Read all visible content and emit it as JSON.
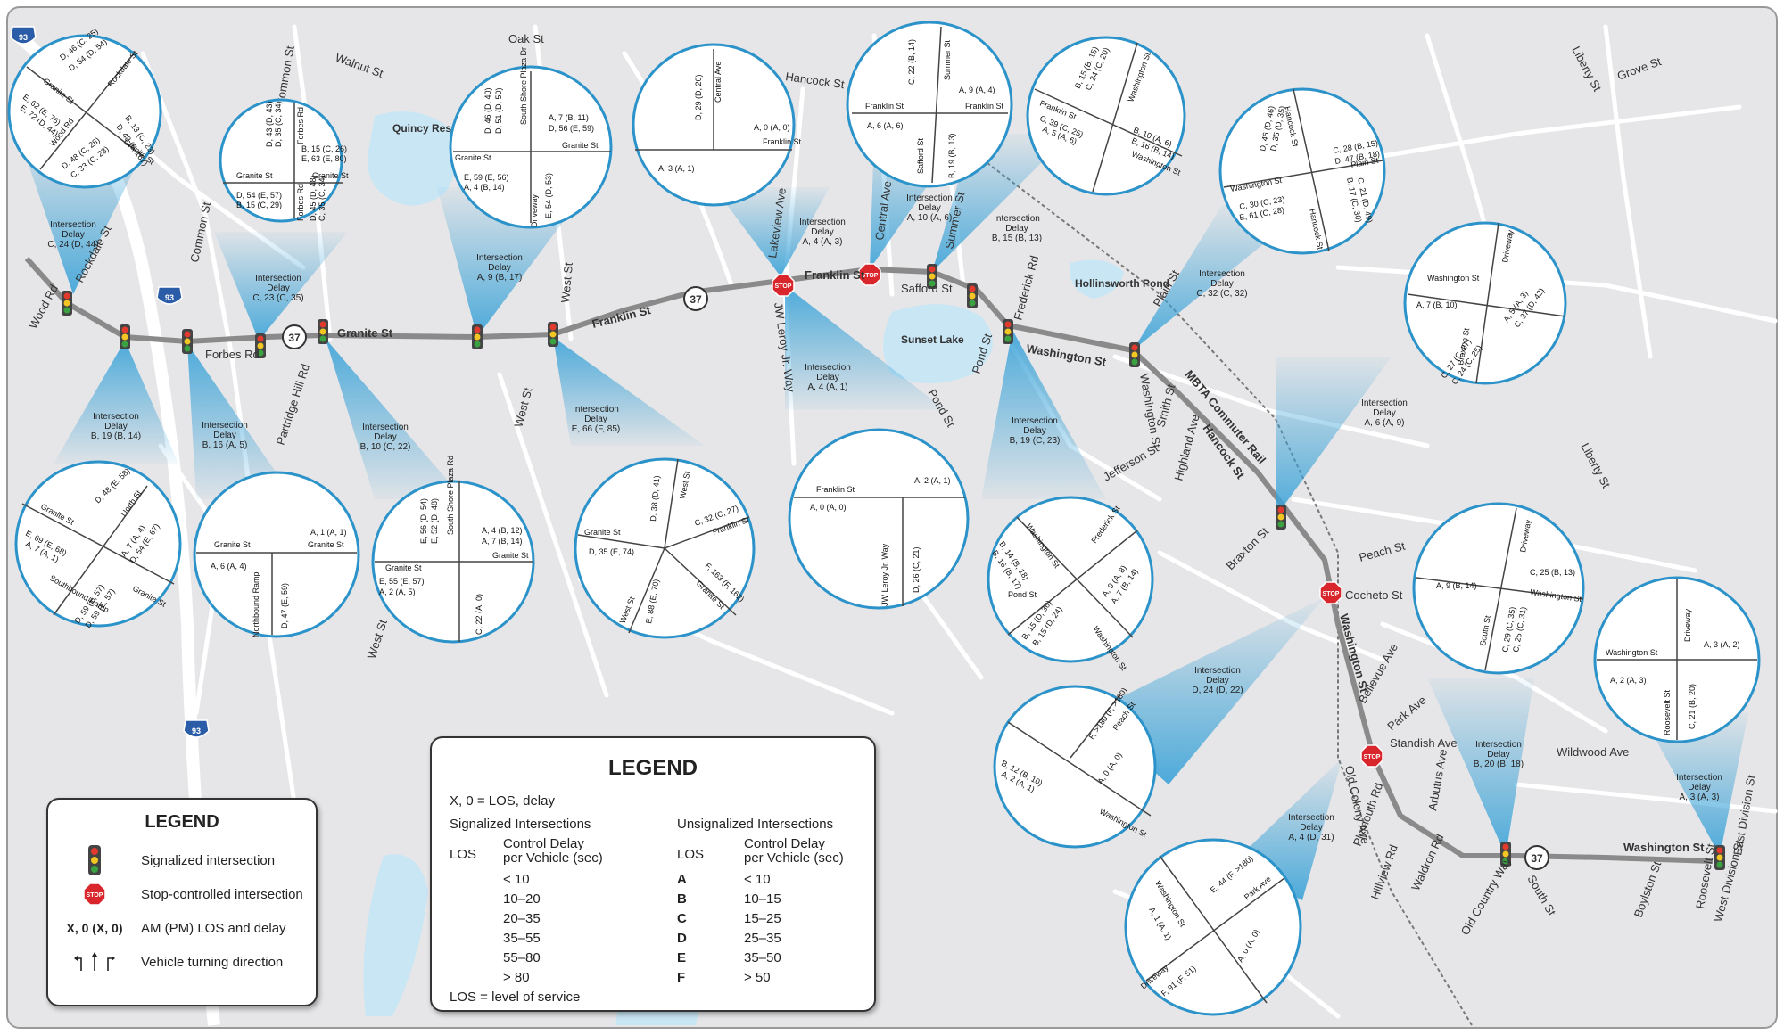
{
  "routes": {
    "r37_a": "37",
    "r37_b": "37",
    "r37_c": "37",
    "i93_a": "93",
    "i93_b": "93",
    "i93_c": "93"
  },
  "streets": [
    {
      "id": "wood-rd",
      "text": "Wood Rd"
    },
    {
      "id": "rockdale-st",
      "text": "Rockdale St"
    },
    {
      "id": "common-st-1",
      "text": "Common St"
    },
    {
      "id": "common-st-2",
      "text": "Common St"
    },
    {
      "id": "walnut-st",
      "text": "Walnut St"
    },
    {
      "id": "oak-st",
      "text": "Oak St"
    },
    {
      "id": "hancock-st-1",
      "text": "Hancock St"
    },
    {
      "id": "quincy-reservoir",
      "text": "Quincy Reservoir"
    },
    {
      "id": "forbes-rd",
      "text": "Forbes Rd"
    },
    {
      "id": "granite-st",
      "text": "Granite St"
    },
    {
      "id": "partridge-hill-rd",
      "text": "Partridge Hill Rd"
    },
    {
      "id": "west-st-1",
      "text": "West St"
    },
    {
      "id": "west-st-2",
      "text": "West St"
    },
    {
      "id": "west-st-3",
      "text": "West St"
    },
    {
      "id": "franklin-st-1",
      "text": "Franklin St"
    },
    {
      "id": "franklin-st-2",
      "text": "Franklin St"
    },
    {
      "id": "lakeview-ave",
      "text": "Lakeview Ave"
    },
    {
      "id": "jw-leroy",
      "text": "JW Leroy Jr. Way"
    },
    {
      "id": "central-ave",
      "text": "Central Ave"
    },
    {
      "id": "safford-st",
      "text": "Safford St"
    },
    {
      "id": "summer-st",
      "text": "Summer St"
    },
    {
      "id": "frederick-rd",
      "text": "Frederick Rd"
    },
    {
      "id": "sunset-lake",
      "text": "Sunset Lake"
    },
    {
      "id": "hollinsworth-pond",
      "text": "Hollinsworth Pond"
    },
    {
      "id": "pond-st-1",
      "text": "Pond St"
    },
    {
      "id": "pond-st-2",
      "text": "Pond St"
    },
    {
      "id": "washington-st-1",
      "text": "Washington St"
    },
    {
      "id": "washington-st-2",
      "text": "Washington St"
    },
    {
      "id": "washington-st-3",
      "text": "Washington St"
    },
    {
      "id": "washington-st-4",
      "text": "Washington St"
    },
    {
      "id": "plain-st",
      "text": "Plain St"
    },
    {
      "id": "mbta-rail",
      "text": "MBTA Commuter Rail"
    },
    {
      "id": "hancock-st-2",
      "text": "Hancock St"
    },
    {
      "id": "smith-st",
      "text": "Smith St"
    },
    {
      "id": "highland-ave",
      "text": "Highland Ave"
    },
    {
      "id": "jefferson-st",
      "text": "Jefferson St"
    },
    {
      "id": "braxton-st",
      "text": "Braxton St"
    },
    {
      "id": "peach-st",
      "text": "Peach St"
    },
    {
      "id": "cocheto-st",
      "text": "Cocheto St"
    },
    {
      "id": "bellevue-ave",
      "text": "Bellevue Ave"
    },
    {
      "id": "park-ave",
      "text": "Park Ave"
    },
    {
      "id": "standish-ave",
      "text": "Standish Ave"
    },
    {
      "id": "old-colony-ave",
      "text": "Old Colony Ave"
    },
    {
      "id": "plymouth-rd",
      "text": "Plymouth Rd"
    },
    {
      "id": "hillview-rd",
      "text": "Hillview Rd"
    },
    {
      "id": "waldron-rd",
      "text": "Waldron Rd"
    },
    {
      "id": "arbutus-ave",
      "text": "Arbutus Ave"
    },
    {
      "id": "wildwood-ave",
      "text": "Wildwood Ave"
    },
    {
      "id": "old-country-way",
      "text": "Old Country Way"
    },
    {
      "id": "south-st",
      "text": "South St"
    },
    {
      "id": "boylston-st",
      "text": "Boylston St"
    },
    {
      "id": "roosevelt-st",
      "text": "Roosevelt St"
    },
    {
      "id": "west-division-st",
      "text": "West Division St"
    },
    {
      "id": "east-division-st",
      "text": "East Division St"
    },
    {
      "id": "liberty-st-1",
      "text": "Liberty St"
    },
    {
      "id": "liberty-st-2",
      "text": "Liberty St"
    },
    {
      "id": "grove-st",
      "text": "Grove St"
    }
  ],
  "callouts": [
    {
      "id": "rockdale",
      "lines": [
        "Intersection",
        "Delay",
        "C, 24 (D, 44)"
      ]
    },
    {
      "id": "common-granite",
      "lines": [
        "Intersection",
        "Delay",
        "B, 19 (B, 14)"
      ]
    },
    {
      "id": "forbes",
      "lines": [
        "Intersection",
        "Delay",
        "C, 23 (C, 35)"
      ]
    },
    {
      "id": "partridge",
      "lines": [
        "Intersection",
        "Delay",
        "B, 16 (A, 5)"
      ]
    },
    {
      "id": "south-shore",
      "lines": [
        "Intersection",
        "Delay",
        "B, 10 (C, 22)"
      ]
    },
    {
      "id": "driveway-granite",
      "lines": [
        "Intersection",
        "Delay",
        "A, 9 (B, 17)"
      ]
    },
    {
      "id": "west-franklin",
      "lines": [
        "Intersection",
        "Delay",
        "E, 66 (F, 85)"
      ]
    },
    {
      "id": "central",
      "lines": [
        "Intersection",
        "Delay",
        "A, 4 (A, 3)"
      ]
    },
    {
      "id": "jwleroy",
      "lines": [
        "Intersection",
        "Delay",
        "A, 4 (A, 1)"
      ]
    },
    {
      "id": "summer",
      "lines": [
        "Intersection",
        "Delay",
        "A, 10 (A, 6)"
      ]
    },
    {
      "id": "franklin-wash",
      "lines": [
        "Intersection",
        "Delay",
        "B, 15 (B, 13)"
      ]
    },
    {
      "id": "frederick",
      "lines": [
        "Intersection",
        "Delay",
        "B, 19 (C, 23)"
      ]
    },
    {
      "id": "plain",
      "lines": [
        "Intersection",
        "Delay",
        "C, 32 (C, 32)"
      ]
    },
    {
      "id": "braxton",
      "lines": [
        "Intersection",
        "Delay",
        "A, 6 (A, 9)"
      ]
    },
    {
      "id": "peach",
      "lines": [
        "Intersection",
        "Delay",
        "D, 24 (D, 22)"
      ]
    },
    {
      "id": "park",
      "lines": [
        "Intersection",
        "Delay",
        "A, 4 (D, 31)"
      ]
    },
    {
      "id": "south",
      "lines": [
        "Intersection",
        "Delay",
        "B, 20 (B, 18)"
      ]
    },
    {
      "id": "roosevelt",
      "lines": [
        "Intersection",
        "Delay",
        "A, 3 (A, 3)"
      ]
    }
  ],
  "circles": {
    "c1": [
      "D, 46 (C, 25)",
      "D, 54 (D, 54)",
      "Rockdale St",
      "Granite St",
      "E, 62 (E, 76)",
      "E, 72 (D, 44)",
      "B, 13 (C, 23)",
      "D, 48 (F, 167)",
      "Wood Rd",
      "Granite St",
      "D, 48 (C, 28)",
      "C, 33 (C, 23)"
    ],
    "c2": [
      "D, 43 (D, 43)",
      "D, 35 (C, 34)",
      "B, 15 (C, 26)",
      "E, 63 (E, 80)",
      "Forbes Rd",
      "Granite St",
      "Granite St",
      "D, 54 (E, 57)",
      "B, 15 (C, 29)",
      "D, 45 (D, 48)",
      "C, 35 (C, 34)",
      "Forbes Rd"
    ],
    "c3": [
      "D, 46 (D, 40)",
      "D, 51 (D, 50)",
      "South Shore Plaza Dr",
      "A, 7 (B, 11)",
      "D, 56 (E, 59)",
      "Granite St",
      "Granite St",
      "E, 59 (E, 56)",
      "A, 4 (B, 14)",
      "Driveway",
      "E, 54 (D, 53)"
    ],
    "c4": [
      "D, 29 (D, 26)",
      "Central Ave",
      "A, 0 (A, 0)",
      "Franklin St",
      "A, 3 (A, 1)"
    ],
    "c5": [
      "C, 22 (B, 14)",
      "Summer St",
      "A, 9 (A, 4)",
      "Franklin St",
      "Franklin St",
      "A, 6 (A, 6)",
      "Safford St",
      "B, 19 (B, 13)"
    ],
    "c6": [
      "B, 15 (B, 15)",
      "C, 24 (C, 20)",
      "Washington St",
      "Franklin St",
      "C, 39 (C, 25)",
      "A, 5 (A, 6)",
      "B, 10 (A, 6)",
      "B, 16 (B, 14)",
      "Washington St"
    ],
    "c7": [
      "D, 46 (D, 46)",
      "D, 35 (D, 35)",
      "Hancock St",
      "C, 28 (B, 15)",
      "D, 47 (B, 18)",
      "Plain St",
      "Washington St",
      "C, 30 (C, 23)",
      "E, 61 (C, 28)",
      "Hancock St",
      "B, 17 (C, 30)",
      "C, 21 (D, 49)"
    ],
    "c8": [
      "Washington St",
      "Driveway",
      "A, 7 (B, 10)",
      "A, 5 (A, 3)",
      "C, 37 (D, 42)",
      "Braxton St",
      "C, 27 (C, 27)",
      "C, 24 (C, 25)"
    ],
    "c9": [
      "Granite St",
      "D, 48 (E, 58)",
      "North St",
      "E, 69 (E, 68)",
      "A, 7 (A, 1)",
      "A, 7 (A, 4)",
      "D, 54 (E, 67)",
      "Granite St",
      "Southbound Ramp",
      "D, 59 (E, 57)",
      "D, 59 (E, 57)"
    ],
    "c10": [
      "A, 1 (A, 1)",
      "Granite St",
      "Granite St",
      "A, 6 (A, 4)",
      "Northbound Ramp",
      "D, 47 (E, 59)"
    ],
    "c11": [
      "E, 56 (D, 54)",
      "E, 52 (D, 48)",
      "South Shore Plaza Rd",
      "A, 4 (B, 12)",
      "A, 7 (B, 14)",
      "Granite St",
      "Granite St",
      "E, 55 (E, 57)",
      "A, 2 (A, 5)",
      "C, 22 (A, 0)"
    ],
    "c12": [
      "D, 38 (D, 41)",
      "West St",
      "C, 32 (C, 27)",
      "Franklin St",
      "Granite St",
      "D, 35 (E, 74)",
      "F, 163 (F, 162)",
      "Granite St",
      "West St",
      "E, 88 (E, 70)"
    ],
    "c13": [
      "A, 2 (A, 1)",
      "Franklin St",
      "A, 0 (A, 0)",
      "JW Leroy Jr. Way",
      "D, 26 (C, 21)"
    ],
    "c14": [
      "Washington St",
      "Frederick St",
      "B, 14 (B, 18)",
      "B, 16 (B, 17)",
      "A, 9 (A, 8)",
      "A, 7 (B, 14)",
      "Pond St",
      "Washington St",
      "B, 15 (D, 36)",
      "B, 15 (D, 24)"
    ],
    "c15": [
      "F, >180 (F, >180)",
      "Peach St",
      "B, 12 (B, 10)",
      "A, 2 (A, 1)",
      "A, 0 (A, 0)",
      "Washington St"
    ],
    "c16": [
      "Washington St",
      "E, 44 (F, >180)",
      "Park Ave",
      "A, 1 (A, 1)",
      "A, 0 (A, 0)",
      "Driveway",
      "F, 91 (F, 51)"
    ],
    "c17": [
      "Driveway",
      "C, 25 (B, 13)",
      "Washington St",
      "A, 9 (B, 14)",
      "South St",
      "C, 29 (C, 35)",
      "C, 25 (C, 31)"
    ],
    "c18": [
      "Driveway",
      "Washington St",
      "A, 3 (A, 2)",
      "A, 2 (A, 3)",
      "Roosevelt St",
      "C, 21 (B, 20)"
    ]
  },
  "legend_left": {
    "title": "LEGEND",
    "items": [
      {
        "label": "Signalized intersection"
      },
      {
        "label": "Stop-controlled intersection"
      },
      {
        "label": "AM (PM) LOS and delay",
        "symbol": "X, 0 (X, 0)"
      },
      {
        "label": "Vehicle turning direction"
      }
    ],
    "stop": "STOP"
  },
  "legend_center": {
    "title": "LEGEND",
    "key": "X, 0  = LOS, delay",
    "signalized": "Signalized Intersections",
    "unsignalized": "Unsignalized Intersections",
    "los": "LOS",
    "control_delay": "Control Delay",
    "per_vehicle": "per Vehicle (sec)",
    "sig_ranges": [
      "< 10",
      "10–20",
      "20–35",
      "35–55",
      "55–80",
      "> 80"
    ],
    "grades": [
      "A",
      "B",
      "C",
      "D",
      "E",
      "F"
    ],
    "unsig_ranges": [
      "< 10",
      "10–15",
      "15–25",
      "25–35",
      "35–50",
      "> 50"
    ],
    "footnote": "LOS = level of service"
  },
  "colors": {
    "signal_red": "#e23a2e",
    "signal_yellow": "#f3c623",
    "signal_green": "#3aa241",
    "stop_red": "#d8262c",
    "water": "#c9e6f5",
    "callout_blue": "#5fb6e0",
    "route_gray": "#8a8a8a"
  }
}
